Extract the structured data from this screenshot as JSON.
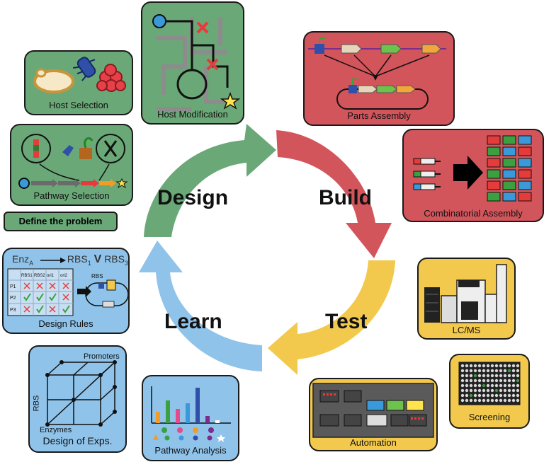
{
  "stages": {
    "design": "Design",
    "build": "Build",
    "test": "Test",
    "learn": "Learn"
  },
  "define_problem": "Define the problem",
  "panels": {
    "host_selection": "Host Selection",
    "host_modification": "Host Modification",
    "pathway_selection": "Pathway Selection",
    "parts_assembly": "Parts Assembly",
    "combinatorial_assembly": "Combinatorial Assembly",
    "lcms": "LC/MS",
    "screening": "Screening",
    "automation": "Automation",
    "pathway_analysis": "Pathway Analysis",
    "design_of_exps": "Design of Exps.",
    "design_rules": "Design Rules"
  },
  "design_rules": {
    "enz": "Enz",
    "enz_sub": "A",
    "rbs1": "RBS",
    "rbs1_sub": "1",
    "v": "V",
    "rbs3": "RBS",
    "rbs3_sub": "3",
    "col_headers": [
      "RBS1",
      "RBS2",
      "ori1",
      "ori2"
    ],
    "row_headers": [
      "P1",
      "P2",
      "P3"
    ],
    "rbs_label": "RBS"
  },
  "doe_labels": {
    "promoters": "Promoters",
    "rbs": "RBS",
    "enzymes": "Enzymes"
  },
  "colors": {
    "design_green": "#6aa878",
    "build_red": "#d3555c",
    "test_yellow": "#f2c94c",
    "learn_blue": "#8fc3ea"
  }
}
